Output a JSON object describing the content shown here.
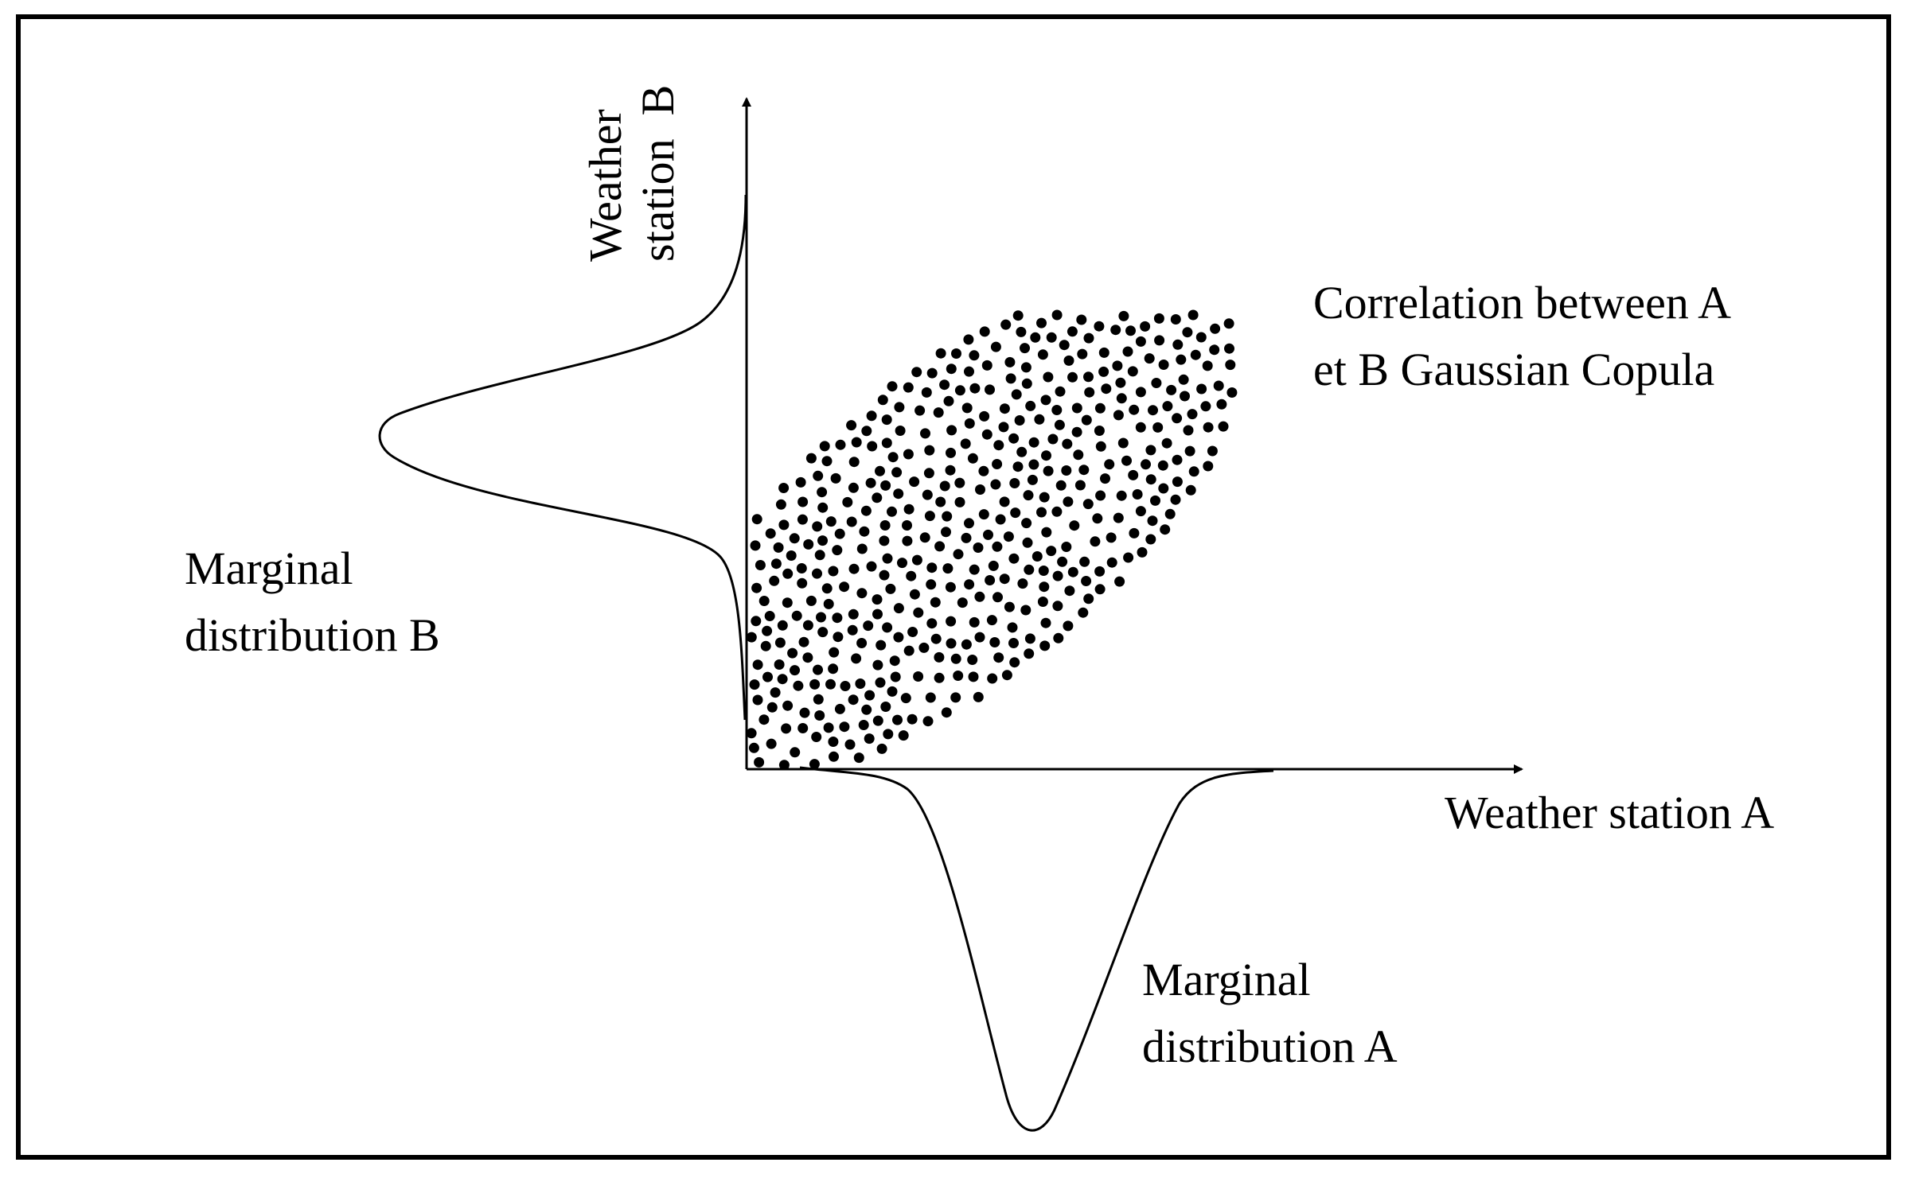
{
  "labels": {
    "y_axis": [
      "Weather",
      "station  B"
    ],
    "x_axis": "Weather station A",
    "correlation": [
      "Correlation between A",
      "et B Gaussian Copula"
    ],
    "marginal_b": [
      "Marginal",
      "distribution B"
    ],
    "marginal_a": [
      "Marginal",
      "distribution A"
    ]
  },
  "colors": {
    "ink": "#000000",
    "background": "#ffffff"
  }
}
